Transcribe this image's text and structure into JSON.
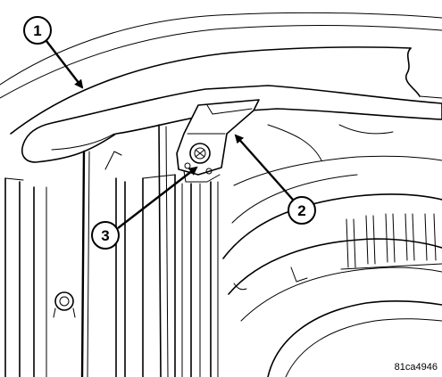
{
  "callouts": [
    {
      "id": "1",
      "label": "1"
    },
    {
      "id": "2",
      "label": "2"
    },
    {
      "id": "3",
      "label": "3"
    }
  ],
  "figure_code": "81ca4946"
}
